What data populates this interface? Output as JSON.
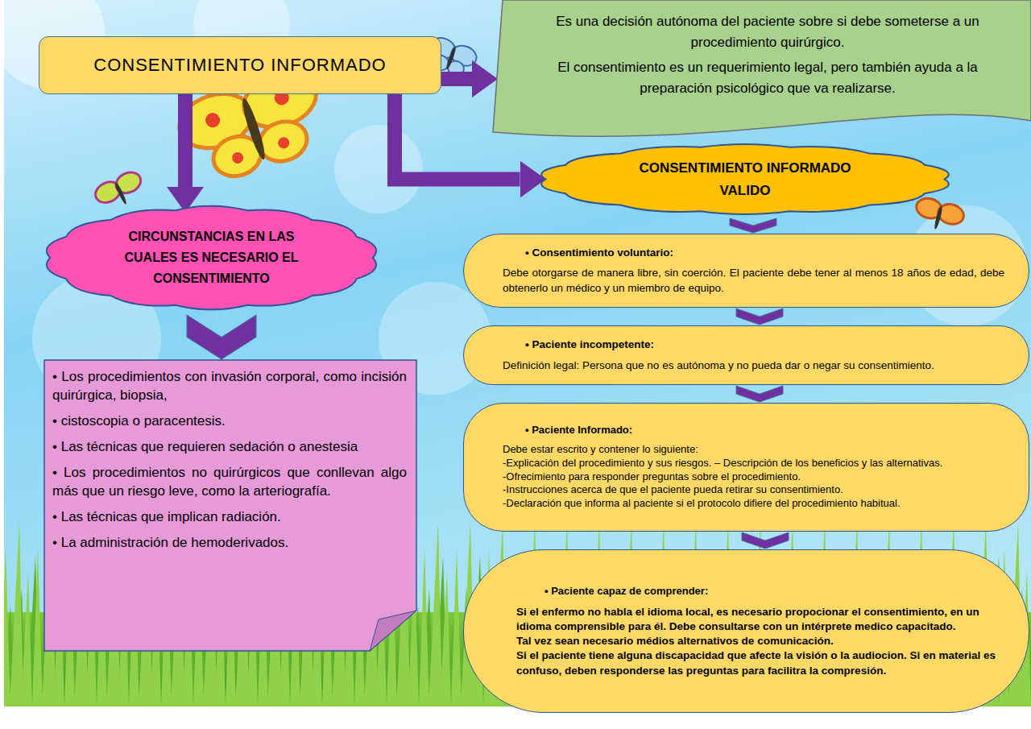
{
  "diagram": {
    "nodes": [
      {
        "text": [
          "CONSENTIMIENTO INFORMADO"
        ]
      },
      {
        "text": [
          "Es una decisión autónoma del paciente sobre si debe someterse a un procedimiento quirúrgico.",
          "El consentimiento es un requerimiento legal, pero también ayuda a la preparación psicológico que va realizarse."
        ]
      },
      {
        "text": [
          "CONSENTIMIENTO INFORMADO VALIDO"
        ]
      },
      {
        "text": [
          "CIRCUNSTANCIAS EN LAS CUALES ES NECESARIO EL CONSENTIMIENTO"
        ]
      },
      {
        "text": [
          "• Los procedimientos con invasión corporal, como incisión quirúrgica, biopsia,",
          "• cistoscopia o paracentesis.",
          "• Las técnicas que requieren sedación o anestesia",
          "• Los procedimientos no quirúrgicos que conllevan algo más que un riesgo leve, como la arteriografía.",
          "• Las técnicas que implican radiación.",
          "• La administración de hemoderivados."
        ]
      },
      {
        "text": [
          "• Consentimiento voluntario:",
          "Debe otorgarse de manera libre, sin coerción. El paciente debe tener al menos 18 años de edad, debe obtenerlo un médico y un miembro de equipo."
        ]
      },
      {
        "text": [
          "• Paciente incompetente:",
          "Definición legal: Persona que no es autónoma y no pueda dar o negar su consentimiento."
        ]
      },
      {
        "text": [
          "• Paciente Informado:",
          "Debe estar escrito y contener lo siguiente:",
          "-Explicación del procedimiento y sus riesgos. – Descripción de los beneficios y las alternativas.",
          "-Ofrecimiento para responder preguntas sobre el procedimiento.",
          "-Instrucciones acerca de que el paciente pueda retirar su consentimiento.",
          "-Declaración que informa al paciente si el protocolo difiere del procedimiento habitual."
        ]
      },
      {
        "text": [
          "• Paciente capaz de comprender:",
          "Si el enfermo no habla el idioma local, es necesario propocionar el consentimiento, en un idioma comprensible para él. Debe consultarse con un intérprete medico capacitado.",
          "Tal vez sean necesario médios alternativos de comunicación.",
          "Si el paciente tiene alguna discapacidad que afecte la visión o la audiocion. Si en material es confuso, deben responderse las preguntas para facilitra la compresión."
        ]
      }
    ],
    "edges": [
      {
        "from": 0,
        "to": 1,
        "arrow": "to"
      },
      {
        "from": 0,
        "to": 2,
        "arrow": "to"
      },
      {
        "from": 0,
        "to": 3,
        "arrow": "to"
      },
      {
        "from": 3,
        "to": 4,
        "arrow": "to"
      },
      {
        "from": 2,
        "to": 5,
        "arrow": "to"
      },
      {
        "from": 5,
        "to": 6,
        "arrow": "to"
      },
      {
        "from": 6,
        "to": 7,
        "arrow": "to"
      },
      {
        "from": 7,
        "to": 8,
        "arrow": "to"
      }
    ]
  }
}
